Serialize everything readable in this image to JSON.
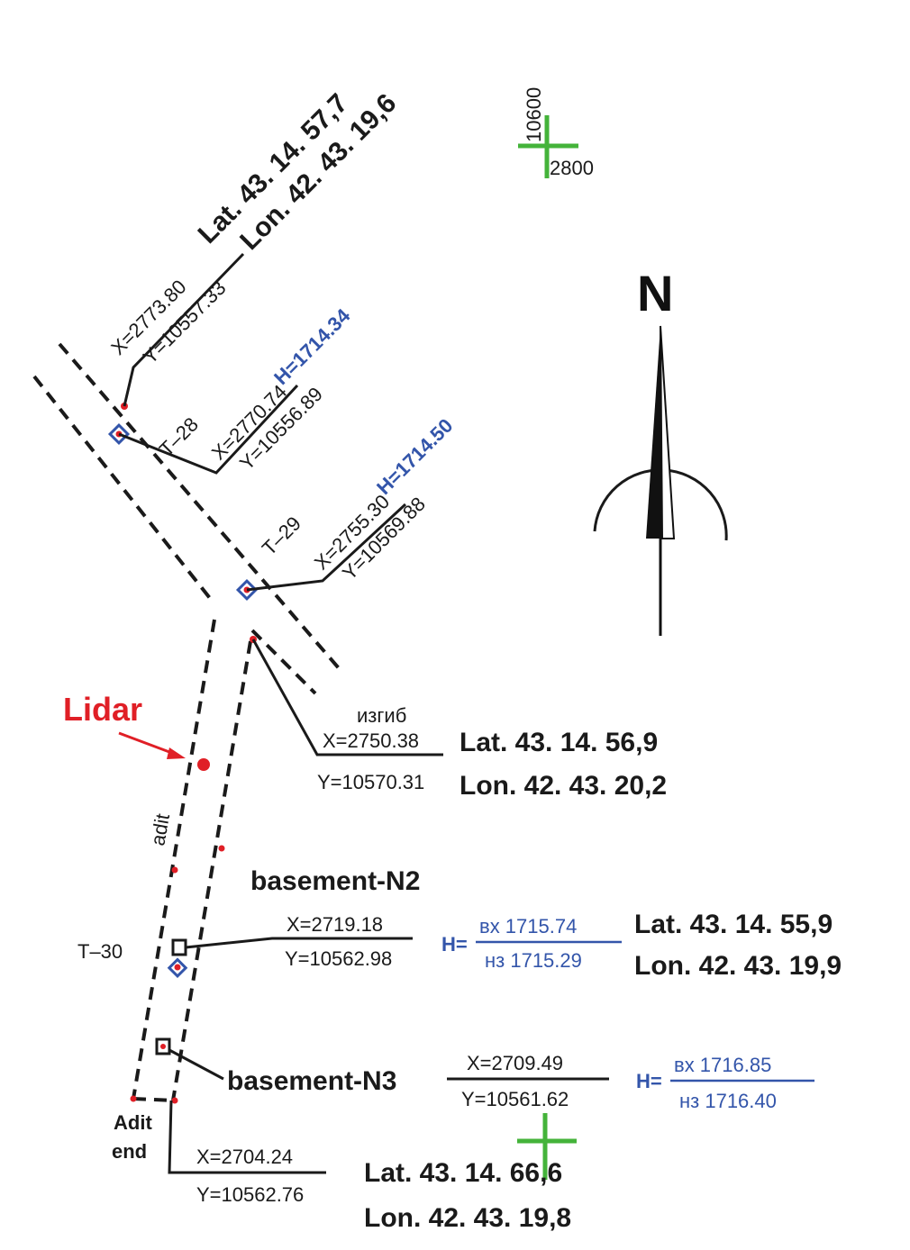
{
  "points": {
    "t28": {
      "label": "T–28",
      "x": "X=2770.74",
      "y": "Y=10556.89",
      "h": "H=1714.34"
    },
    "upper_ref": {
      "x": "X=2773.80",
      "y": "Y=10557.33",
      "lat": "Lat. 43. 14. 57,7",
      "lon": "Lon. 42. 43. 19,6"
    },
    "t29": {
      "label": "T–29",
      "x": "X=2755.30",
      "y": "Y=10569.88",
      "h": "H=1714.50"
    },
    "bend": {
      "label": "изгиб",
      "x": "X=2750.38",
      "y": "Y=10570.31",
      "lat": "Lat. 43. 14. 56,9",
      "lon": "Lon. 42. 43. 20,2"
    },
    "basement_n2": {
      "label": "basement-N2",
      "t30": "T–30",
      "x": "X=2719.18",
      "y": "Y=10562.98",
      "h_prefix": "H=",
      "h_in": "вх 1715.74",
      "h_out": "нз 1715.29",
      "lat": "Lat. 43. 14. 55,9",
      "lon": "Lon. 42. 43. 19,9"
    },
    "basement_n3": {
      "label": "basement-N3",
      "x": "X=2709.49",
      "y": "Y=10561.62",
      "h_prefix": "H=",
      "h_in": "вх 1716.85",
      "h_out": "нз 1716.40"
    },
    "adit_end": {
      "label_line1": "Adit",
      "label_line2": "end",
      "x": "X=2704.24",
      "y": "Y=10562.76",
      "lat": "Lat. 43. 14. 66,6",
      "lon": "Lon. 42. 43. 19,8"
    }
  },
  "grid_marker": {
    "vertical_value": "10600",
    "horizontal_value": "2800"
  },
  "north": {
    "label": "N"
  },
  "lidar": {
    "label": "Lidar"
  },
  "adit": {
    "label": "adit"
  },
  "colors": {
    "ink": "#1a1a1a",
    "blue": "#3355aa",
    "red": "#e01f26",
    "green": "#44b33a"
  }
}
